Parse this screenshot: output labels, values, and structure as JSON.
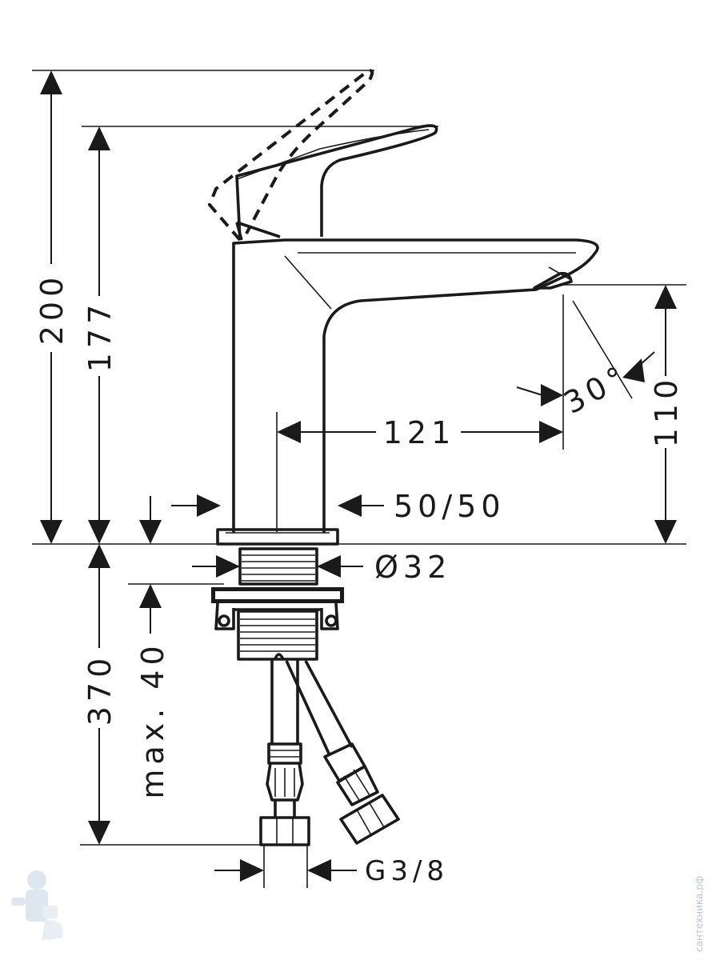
{
  "dimensions": {
    "overall_height": "200",
    "spout_height": "177",
    "projection": "121",
    "outlet_height": "110",
    "spray_angle": "30°",
    "hoses": "50/50",
    "hole_diameter": "Ø32",
    "max_thickness": "max. 40",
    "hose_length": "370",
    "connection_thread": "G3/8"
  },
  "watermark": "сантехника.рф"
}
